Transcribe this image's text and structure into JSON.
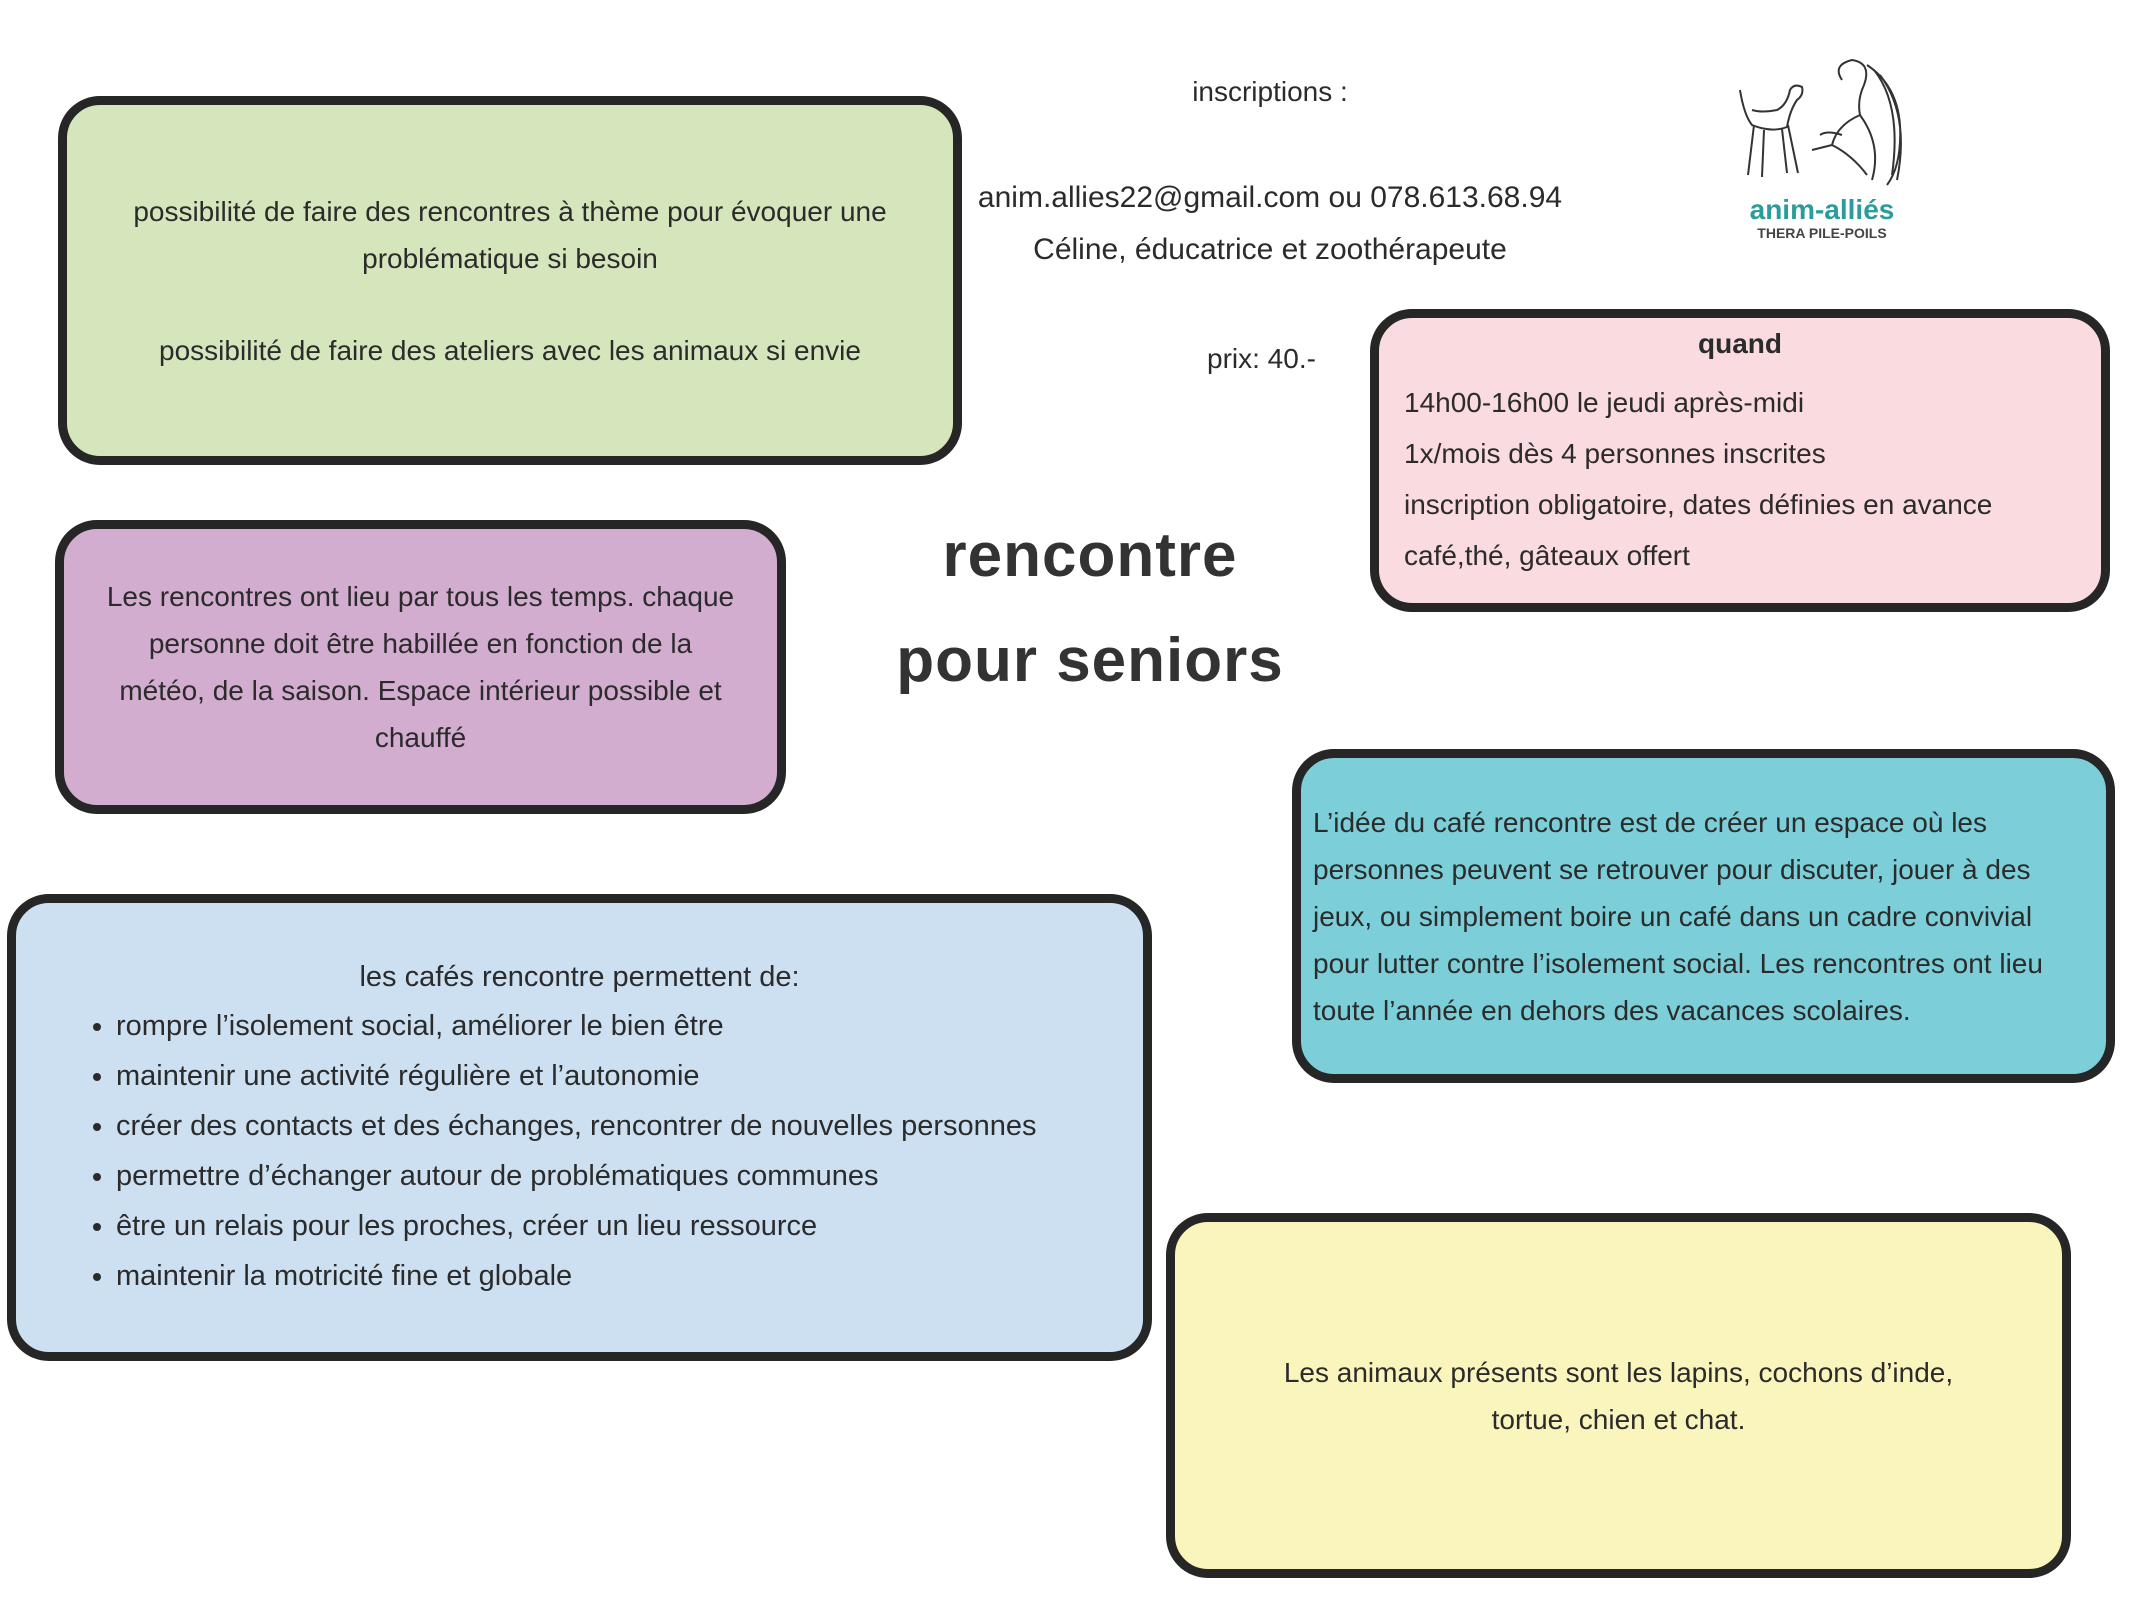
{
  "header": {
    "inscriptions_label": "inscriptions :",
    "contact": "anim.allies22@gmail.com ou 078.613.68.94",
    "person": "Céline, éducatrice et zoothérapeute",
    "price": "prix: 40.-"
  },
  "logo": {
    "name": "anim-alliés",
    "subtitle": "THERA PILE-POILS",
    "color": "#2a9d9a"
  },
  "title": {
    "line1": "rencontre",
    "line2": "pour seniors"
  },
  "green_box": {
    "color": "#d5e6bd",
    "para1": "possibilité de faire des rencontres à thème pour évoquer une problématique si besoin",
    "para2": "possibilité de faire des ateliers avec les animaux si envie"
  },
  "purple_box": {
    "color": "#d3adcf",
    "text": "Les rencontres ont lieu par tous les temps. chaque personne doit être habillée en fonction de la météo, de la saison. Espace intérieur possible et chauffé"
  },
  "pink_box": {
    "color": "#fadbe0",
    "heading": "quand",
    "lines": [
      "14h00-16h00 le jeudi après-midi",
      "1x/mois dès 4 personnes inscrites",
      "inscription obligatoire, dates définies en avance",
      "café,thé, gâteaux offert"
    ]
  },
  "teal_box": {
    "color": "#7ccfd9",
    "text": "L’idée du café rencontre est de créer un espace où les personnes peuvent se retrouver pour discuter, jouer à des jeux, ou simplement boire un café dans un cadre convivial pour lutter contre l’isolement social. Les rencontres ont lieu toute l’année en dehors des vacances scolaires."
  },
  "blue_box": {
    "color": "#cde0f2",
    "heading": "les cafés rencontre permettent de:",
    "items": [
      "rompre l’isolement social, améliorer le bien être",
      "maintenir une activité régulière et l’autonomie",
      "créer des contacts et des échanges, rencontrer de nouvelles personnes",
      "permettre d’échanger autour de problématiques communes",
      "être un relais pour les proches, créer un lieu ressource",
      "maintenir la motricité fine et globale"
    ]
  },
  "yellow_box": {
    "color": "#faf4bd",
    "text": "Les animaux présents sont les lapins, cochons d’inde, tortue, chien et chat."
  }
}
